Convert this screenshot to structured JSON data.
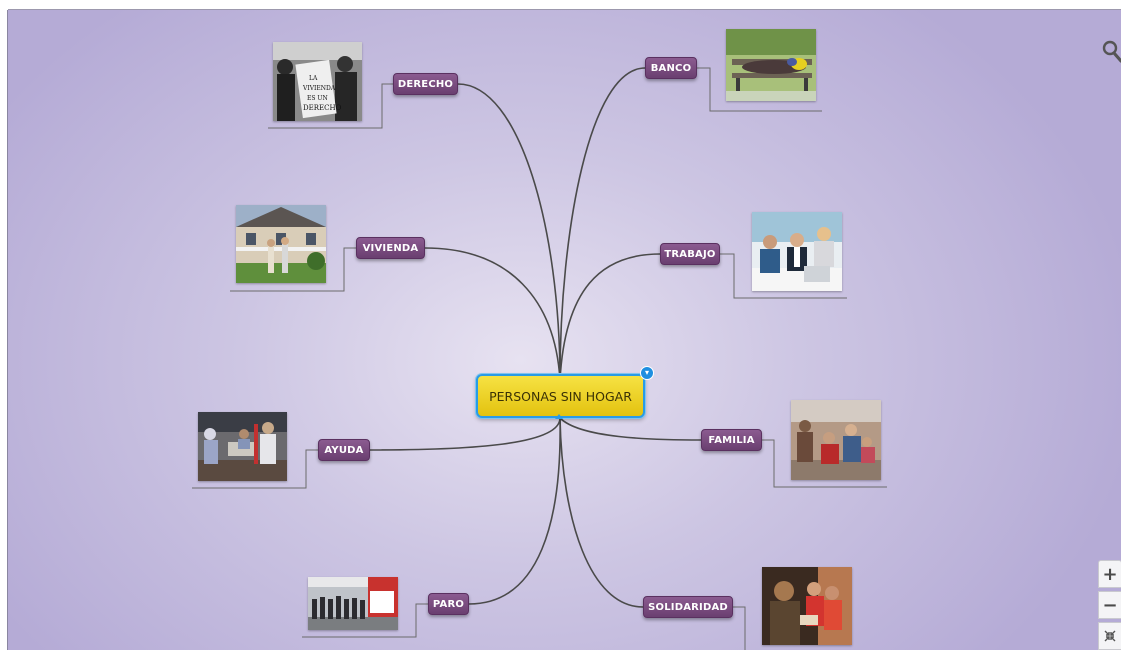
{
  "map": {
    "central_topic": "PERSONAS SIN HOGAR",
    "branches": [
      {
        "id": "derecho",
        "label": "DERECHO",
        "image_icon": "protest-sign-photo-icon"
      },
      {
        "id": "vivienda",
        "label": "VIVIENDA",
        "image_icon": "house-photo-icon"
      },
      {
        "id": "ayuda",
        "label": "AYUDA",
        "image_icon": "volunteers-table-photo-icon"
      },
      {
        "id": "paro",
        "label": "PARO",
        "image_icon": "unemployment-queue-photo-icon"
      },
      {
        "id": "banco",
        "label": "BANCO",
        "image_icon": "person-sleeping-bench-photo-icon"
      },
      {
        "id": "trabajo",
        "label": "TRABAJO",
        "image_icon": "office-workers-photo-icon"
      },
      {
        "id": "familia",
        "label": "FAMILIA",
        "image_icon": "family-street-photo-icon"
      },
      {
        "id": "solidaridad",
        "label": "SOLIDARIDAD",
        "image_icon": "volunteers-helping-photo-icon"
      }
    ]
  },
  "controls": {
    "zoom_in": "+",
    "zoom_out": "−",
    "fit": "⤧",
    "search_icon": "search-icon"
  },
  "colors": {
    "branch_node": "#7a4c80",
    "central_node": "#eccf22",
    "central_border": "#2a9be6",
    "link": "#4a4a4a",
    "background": "#c9c2e0"
  }
}
